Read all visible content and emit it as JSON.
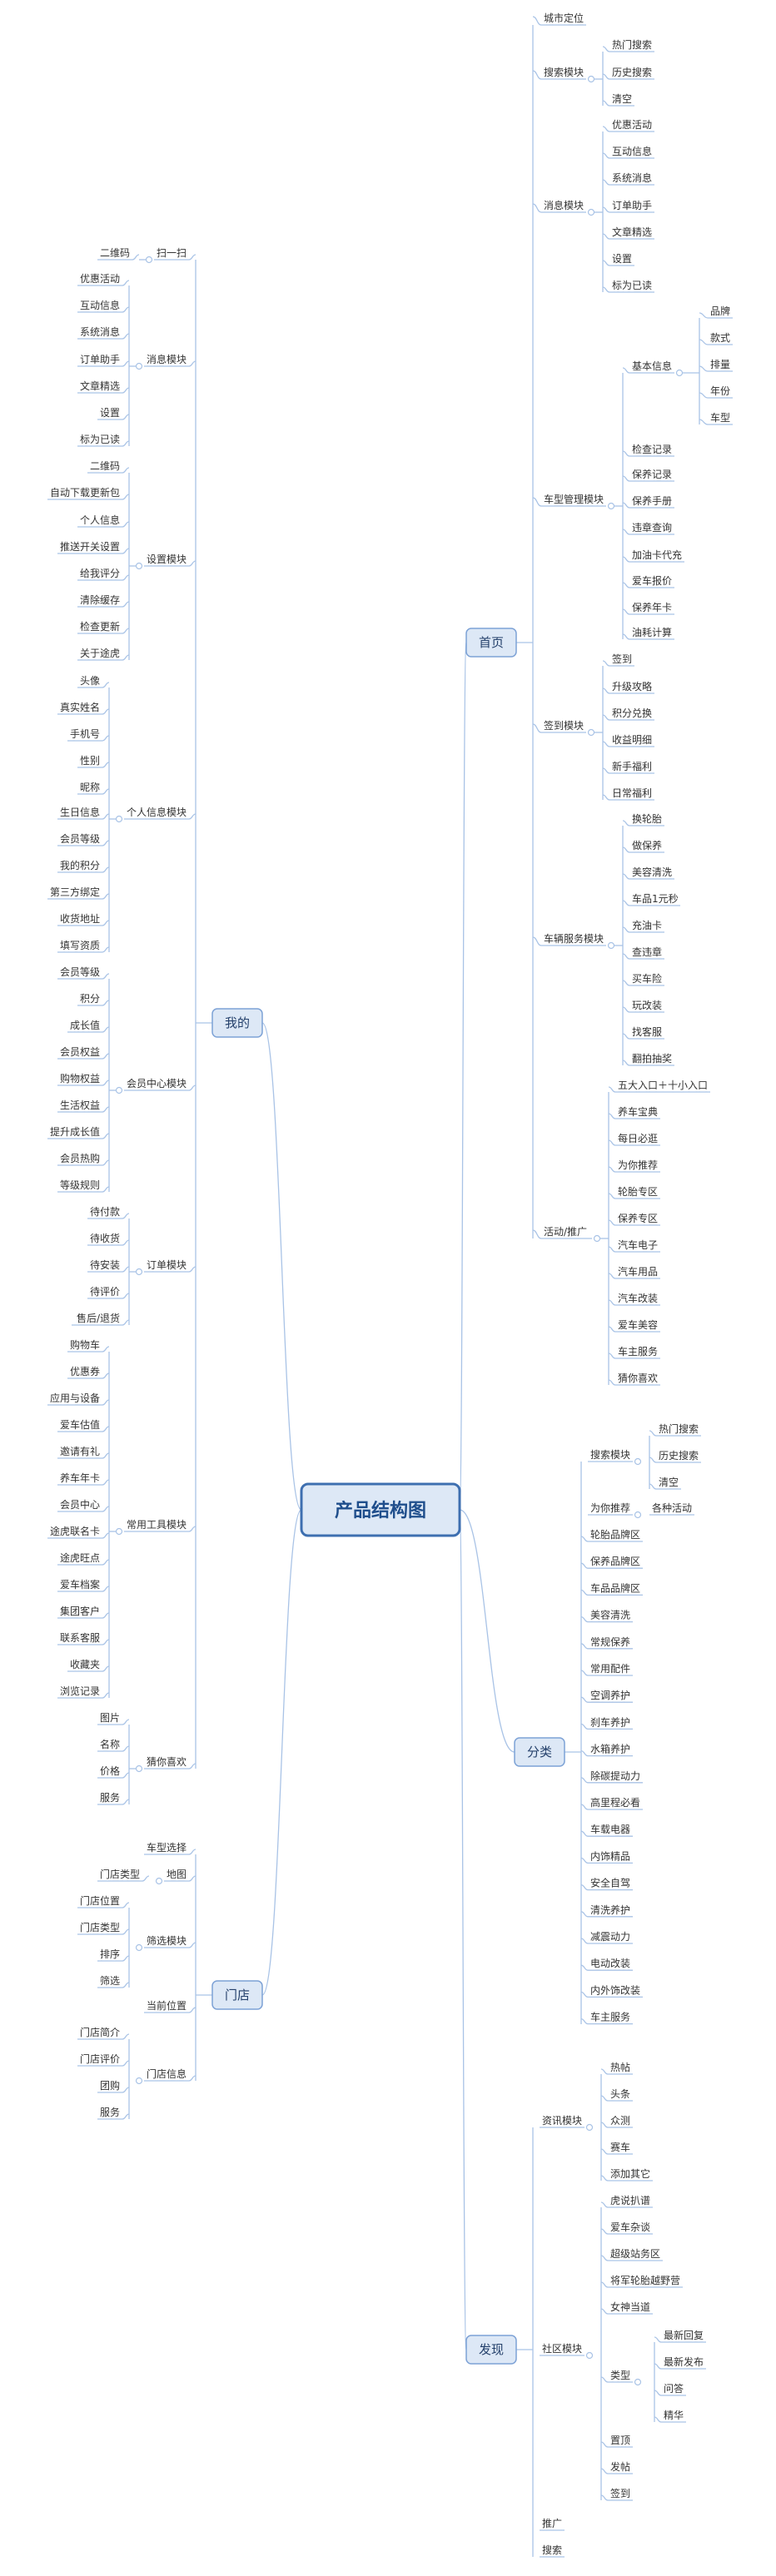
{
  "root": {
    "text": "产品结构图"
  },
  "colors": {
    "line": "#a9c3e6",
    "main_fill": "#dde8f6",
    "main_stroke": "#7da2d6",
    "root_fill": "#dde8f6",
    "root_stroke": "#3e6fb0",
    "underline": "#6aa0d8"
  },
  "branches": {
    "wode": {
      "label": "我的",
      "groups": {
        "saoyisao": {
          "label": "扫一扫",
          "items": [
            "二维码"
          ]
        },
        "xiaoxi": {
          "label": "消息模块",
          "items": [
            "优惠活动",
            "互动信息",
            "系统消息",
            "订单助手",
            "文章精选",
            "设置",
            "标为已读"
          ]
        },
        "shezhi": {
          "label": "设置模块",
          "items": [
            "二维码",
            "自动下载更新包",
            "个人信息",
            "推送开关设置",
            "给我评分",
            "清除缓存",
            "检查更新",
            "关于途虎"
          ]
        },
        "geren": {
          "label": "个人信息模块",
          "items": [
            "头像",
            "真实姓名",
            "手机号",
            "性别",
            "昵称",
            "生日信息",
            "会员等级",
            "我的积分",
            "第三方绑定",
            "收货地址",
            "填写资质"
          ]
        },
        "huiyuan": {
          "label": "会员中心模块",
          "items": [
            "会员等级",
            "积分",
            "成长值",
            "会员权益",
            "购物权益",
            "生活权益",
            "提升成长值",
            "会员热购",
            "等级规则"
          ]
        },
        "dingdan": {
          "label": "订单模块",
          "items": [
            "待付款",
            "待收货",
            "待安装",
            "待评价",
            "售后/退货"
          ]
        },
        "changyong": {
          "label": "常用工具模块",
          "items": [
            "购物车",
            "优惠券",
            "应用与设备",
            "爱车估值",
            "邀请有礼",
            "养车年卡",
            "会员中心",
            "途虎联名卡",
            "途虎旺点",
            "爱车档案",
            "集团客户",
            "联系客服",
            "收藏夹",
            "浏览记录"
          ]
        },
        "cainixihuan": {
          "label": "猜你喜欢",
          "items": [
            "图片",
            "名称",
            "价格",
            "服务"
          ]
        }
      }
    },
    "mendian": {
      "label": "门店",
      "groups": {
        "chexing": {
          "label": "车型选择",
          "items": []
        },
        "ditu": {
          "label": "地图",
          "items": [
            "门店类型"
          ]
        },
        "shaixuan": {
          "label": "筛选模块",
          "items": [
            "门店位置",
            "门店类型",
            "排序",
            "筛选"
          ]
        },
        "dangqian": {
          "label": "当前位置",
          "items": []
        },
        "mendianxinxi": {
          "label": "门店信息",
          "items": [
            "门店简介",
            "门店评价",
            "团购",
            "服务"
          ]
        }
      }
    },
    "shouye": {
      "label": "首页",
      "groups": {
        "chengshi": {
          "label": "城市定位",
          "items": []
        },
        "sousuo": {
          "label": "搜索模块",
          "items": [
            "热门搜索",
            "历史搜索",
            "清空"
          ]
        },
        "xiaoxi": {
          "label": "消息模块",
          "items": [
            "优惠活动",
            "互动信息",
            "系统消息",
            "订单助手",
            "文章精选",
            "设置",
            "标为已读"
          ]
        },
        "chexing": {
          "label": "车型管理模块",
          "items": [
            "基本信息",
            "检查记录",
            "保养记录",
            "保养手册",
            "违章查询",
            "加油卡代充",
            "爱车报价",
            "保养年卡",
            "油耗计算"
          ]
        },
        "jiben": {
          "items": [
            "品牌",
            "款式",
            "排量",
            "年份",
            "车型"
          ]
        },
        "qiandao": {
          "label": "签到模块",
          "items": [
            "签到",
            "升级攻略",
            "积分兑换",
            "收益明细",
            "新手福利",
            "日常福利"
          ]
        },
        "cheliang": {
          "label": "车辆服务模块",
          "items": [
            "换轮胎",
            "做保养",
            "美容清洗",
            "车品1元秒",
            "充油卡",
            "查违章",
            "买车险",
            "玩改装",
            "找客服",
            "翻拍抽奖"
          ]
        },
        "huodong": {
          "label": "活动/推广",
          "items": [
            "五大入口＋十小入口",
            "养车宝典",
            "每日必逛",
            "为你推荐",
            "轮胎专区",
            "保养专区",
            "汽车电子",
            "汽车用品",
            "汽车改装",
            "爱车美容",
            "车主服务",
            "猜你喜欢"
          ]
        }
      }
    },
    "fenlei": {
      "label": "分类",
      "groups": {
        "sousuo": {
          "label": "搜索模块",
          "items": [
            "热门搜索",
            "历史搜索",
            "清空"
          ]
        },
        "tuijian": {
          "label": "为你推荐",
          "items": [
            "各种活动"
          ]
        },
        "items": [
          "轮胎品牌区",
          "保养品牌区",
          "车品品牌区",
          "美容清洗",
          "常规保养",
          "常用配件",
          "空调养护",
          "刹车养护",
          "水箱养护",
          "除碳提动力",
          "高里程必看",
          "车载电器",
          "内饰精品",
          "安全自驾",
          "清洗养护",
          "减震动力",
          "电动改装",
          "内外饰改装",
          "车主服务"
        ]
      }
    },
    "faxian": {
      "label": "发现",
      "groups": {
        "zixun": {
          "label": "资讯模块",
          "items": [
            "热帖",
            "头条",
            "众测",
            "赛车",
            "添加其它"
          ]
        },
        "shequ": {
          "label": "社区模块",
          "items": [
            "虎说扒谱",
            "爱车杂谈",
            "超级站务区",
            "将军轮胎越野营",
            "女神当道",
            "类型",
            "置顶",
            "发帖",
            "签到"
          ]
        },
        "leixing": {
          "items": [
            "最新回复",
            "最新发布",
            "问答",
            "精华"
          ]
        },
        "tuiguang": {
          "label": "推广",
          "items": []
        },
        "sousuo2": {
          "label": "搜索",
          "items": []
        }
      }
    }
  }
}
